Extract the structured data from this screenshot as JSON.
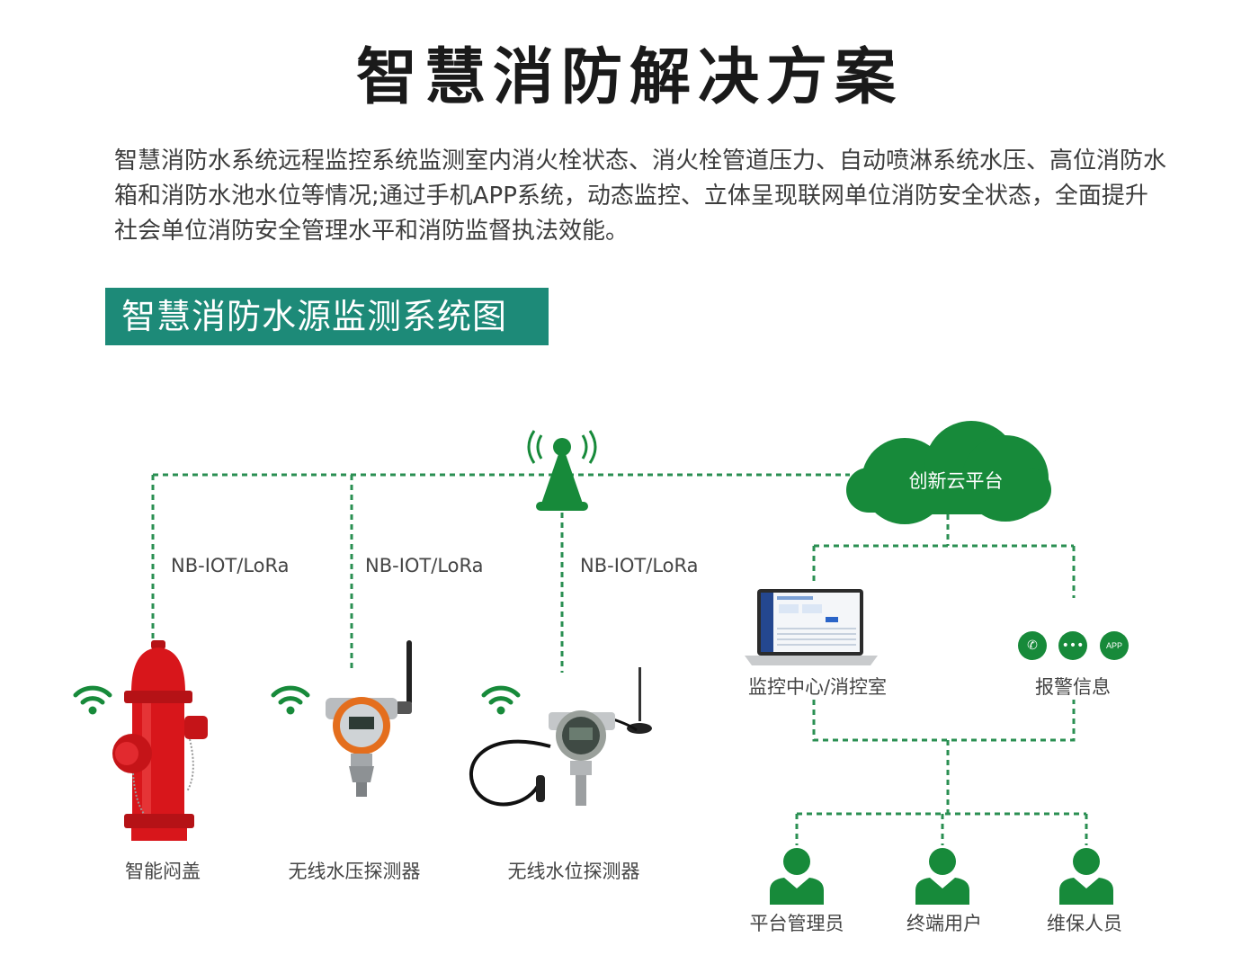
{
  "header": {
    "title": "智慧消防解决方案",
    "intro": "智慧消防水系统远程监控系统监测室内消火栓状态、消火栓管道压力、自动喷淋系统水压、高位消防水箱和消防水池水位等情况;通过手机APP系统，动态监控、立体呈现联网单位消防安全状态，全面提升社会单位消防安全管理水平和消防监督执法效能。"
  },
  "section": {
    "title": "智慧消防水源监测系统图"
  },
  "diagram": {
    "cloud_label": "创新云平台",
    "links": [
      "NB-IOT/LoRa",
      "NB-IOT/LoRa",
      "NB-IOT/LoRa"
    ],
    "devices": [
      "智能闷盖",
      "无线水压探测器",
      "无线水位探测器"
    ],
    "monitor_label": "监控中心/消控室",
    "alert_label": "报警信息",
    "alert_icons": [
      "phone-icon",
      "chat-icon",
      "app-icon"
    ],
    "app_badge": "APP",
    "users": [
      "平台管理员",
      "终端用户",
      "维保人员"
    ]
  },
  "colors": {
    "teal": "#1d8a78",
    "green": "#178a3a",
    "line": "#2a8f52",
    "hydrant_red": "#d8161b"
  }
}
